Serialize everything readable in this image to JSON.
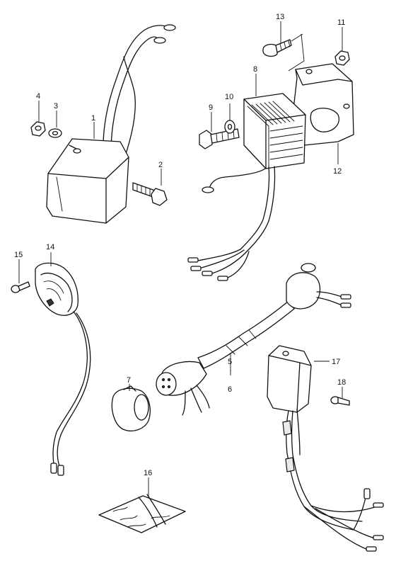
{
  "callouts": [
    {
      "id": "p1",
      "label": "1"
    },
    {
      "id": "p2",
      "label": "2"
    },
    {
      "id": "p3",
      "label": "3"
    },
    {
      "id": "p4",
      "label": "4"
    },
    {
      "id": "p5",
      "label": "5"
    },
    {
      "id": "p6",
      "label": "6"
    },
    {
      "id": "p7",
      "label": "7"
    },
    {
      "id": "p8",
      "label": "8"
    },
    {
      "id": "p9",
      "label": "9"
    },
    {
      "id": "p10",
      "label": "10"
    },
    {
      "id": "p11",
      "label": "11"
    },
    {
      "id": "p12",
      "label": "12"
    },
    {
      "id": "p13",
      "label": "13"
    },
    {
      "id": "p14",
      "label": "14"
    },
    {
      "id": "p15",
      "label": "15"
    },
    {
      "id": "p16",
      "label": "16"
    },
    {
      "id": "p17",
      "label": "17"
    },
    {
      "id": "p18",
      "label": "18"
    }
  ],
  "callout_5_6_separator": "·"
}
